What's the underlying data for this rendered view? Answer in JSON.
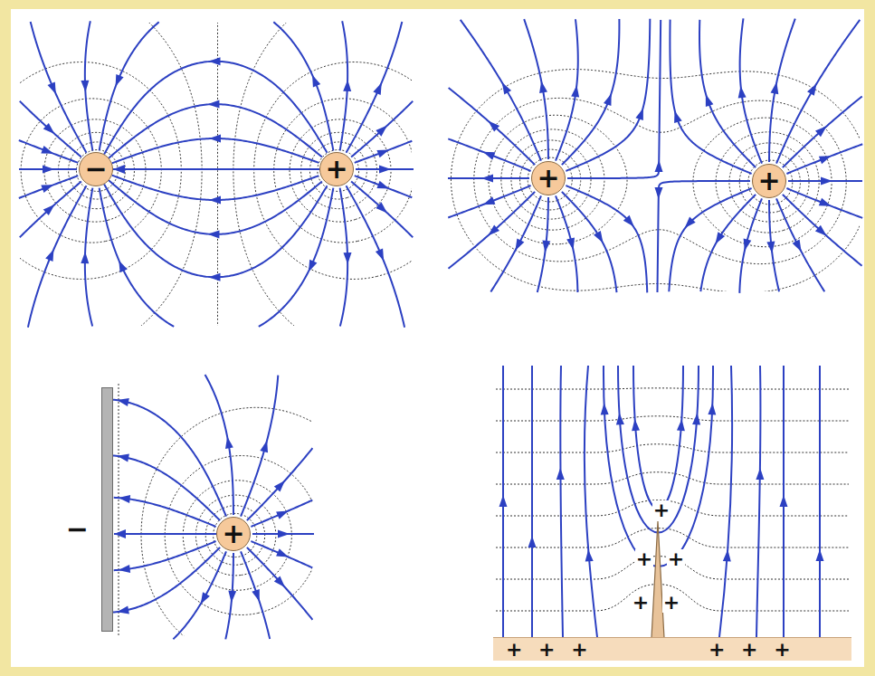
{
  "diagram": {
    "nodes": [
      {
        "text": [
          "−"
        ]
      },
      {
        "text": [
          "+"
        ]
      },
      {
        "text": [
          "+"
        ]
      },
      {
        "text": [
          "+"
        ]
      },
      {
        "text": [
          "−"
        ]
      },
      {
        "text": [
          "+"
        ]
      },
      {
        "text": [
          "+ + +",
          "+ + +"
        ]
      }
    ],
    "edges": [
      {
        "from": 1,
        "to": 0,
        "arrow": "to"
      },
      {
        "from": 5,
        "to": 4,
        "arrow": "to"
      }
    ],
    "labels": [
      "+",
      "+",
      "+",
      "+",
      "+"
    ]
  }
}
